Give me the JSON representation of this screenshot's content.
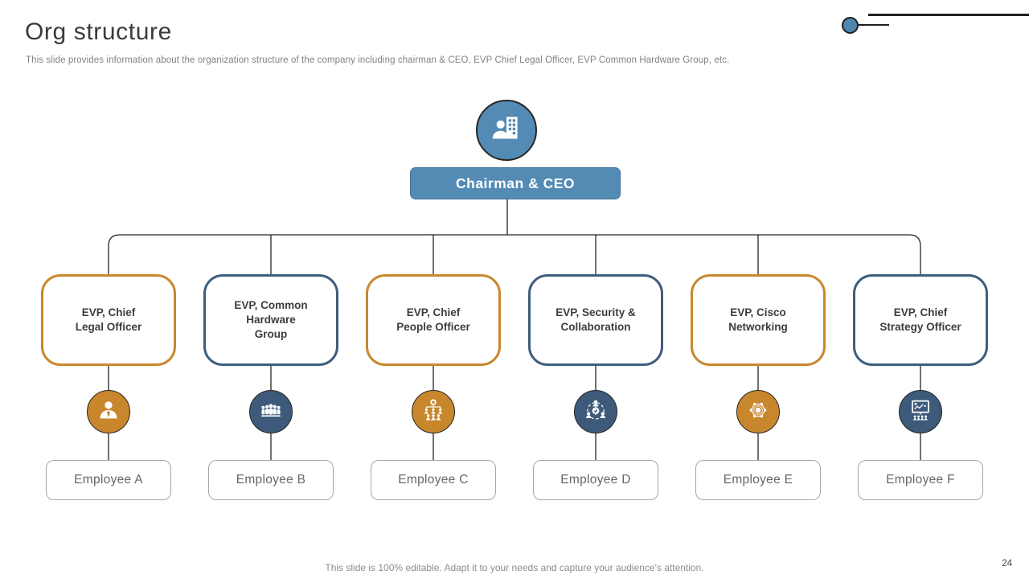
{
  "slide": {
    "title": "Org structure",
    "subtitle": "This slide provides information about the organization structure of the company including chairman & CEO, EVP  Chief Legal Officer, EVP  Common Hardware Group, etc.",
    "footer": "This slide is 100% editable. Adapt it to your needs and capture your audience's attention.",
    "page_number": "24"
  },
  "colors": {
    "root_blue": "#548bb4",
    "accent_orange": "#c8862d",
    "accent_navy": "#3d5a7a",
    "connector_line": "#262626"
  },
  "root": {
    "label": "Chairman & CEO",
    "icon": "person-building-icon"
  },
  "branches": [
    {
      "title": "EVP, Chief\nLegal Officer",
      "accent": "orange",
      "icon": "businessman-icon",
      "employee": "Employee A"
    },
    {
      "title": "EVP, Common\nHardware\nGroup",
      "accent": "navy",
      "icon": "team-icon",
      "employee": "Employee B"
    },
    {
      "title": "EVP, Chief\nPeople Officer",
      "accent": "orange",
      "icon": "hierarchy-gear-icon",
      "employee": "Employee C"
    },
    {
      "title": "EVP,  Security &\nCollaboration",
      "accent": "navy",
      "icon": "collaboration-icon",
      "employee": "Employee D"
    },
    {
      "title": "EVP,  Cisco\nNetworking",
      "accent": "orange",
      "icon": "network-icon",
      "employee": "Employee E"
    },
    {
      "title": "EVP, Chief\nStrategy Officer",
      "accent": "navy",
      "icon": "strategy-board-icon",
      "employee": "Employee F"
    }
  ]
}
